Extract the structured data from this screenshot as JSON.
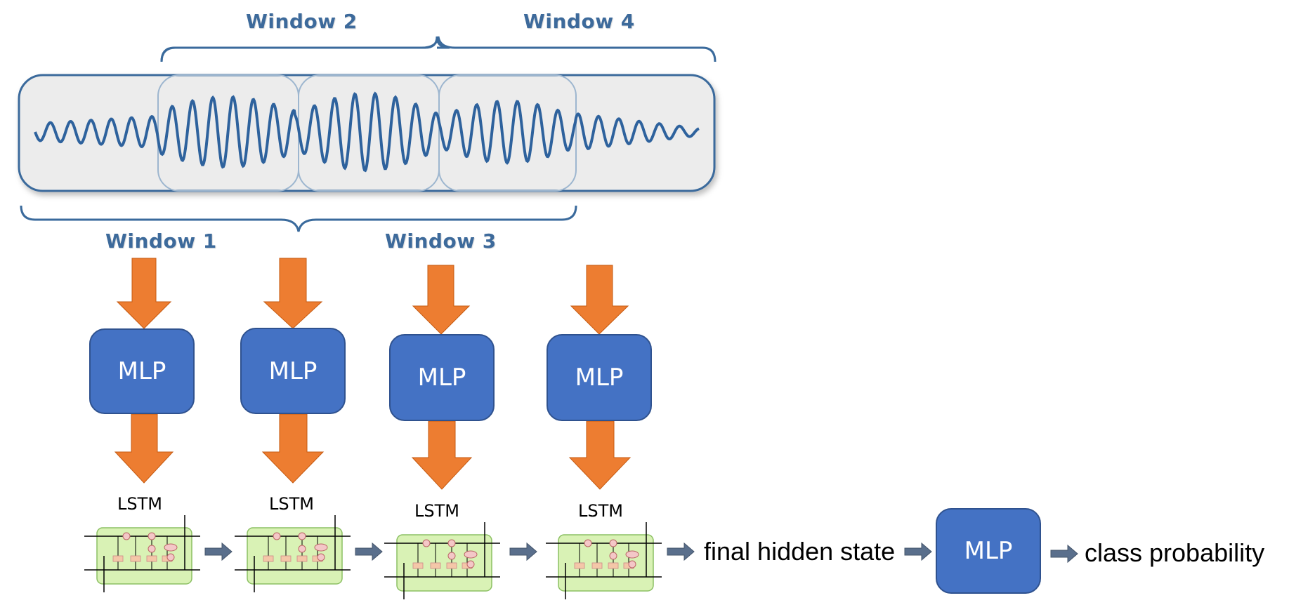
{
  "windows": {
    "w1": "Window 1",
    "w2": "Window 2",
    "w3": "Window 3",
    "w4": "Window 4"
  },
  "mlp_label": "MLP",
  "lstm_label": "LSTM",
  "final_hidden_state": "final hidden state",
  "class_probability": "class probability",
  "colors": {
    "window_label": "#3d6a9b",
    "signal": "#2e629d",
    "panel_bg": "#ececec",
    "orange_arrow": "#ed7d31",
    "mlp_fill": "#4472c4",
    "lstm_cell": "#d9f2b5",
    "gray_arrow": "#5a6f8c"
  }
}
